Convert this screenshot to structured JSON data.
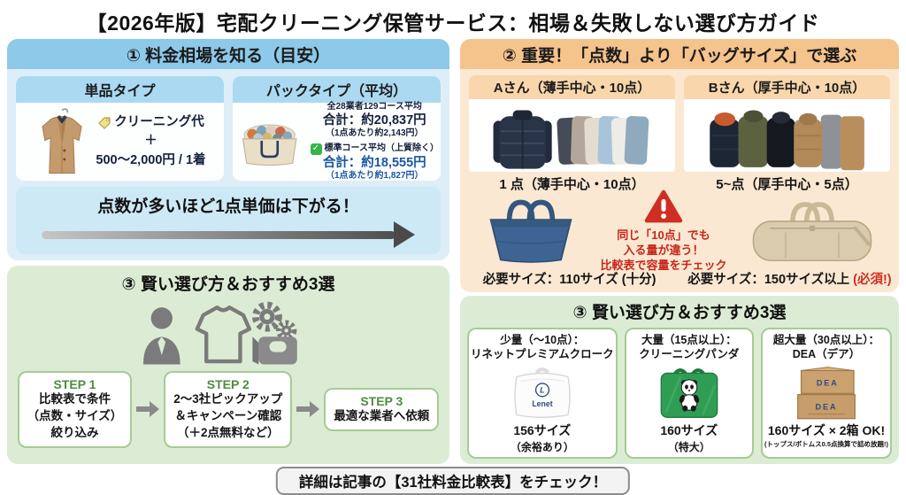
{
  "title": "【2026年版】宅配クリーニング保管サービス：相場＆失敗しない選び方ガイド",
  "icons": {
    "check": "✓",
    "warning": "!"
  },
  "colors": {
    "blue_header": "#8dc9e8",
    "blue_subheader": "#abd9f2",
    "blue_bg": "#ddeef8",
    "blue_band": "#cde9f6",
    "orange_header": "#f5c38c",
    "orange_subheader": "#f9d6ac",
    "orange_bg": "#fbe8d2",
    "green_bg": "#dcecd4",
    "green_border": "#a6cb95",
    "step_green": "#4e8c3f",
    "navy_text": "#14213d",
    "price_blue": "#1a56a0",
    "warning_red": "#c5281c",
    "required_red": "#d02e22"
  },
  "section1": {
    "header": "① 料金相場を知る（目安）",
    "single": {
      "header": "単品タイプ",
      "line1": "クリーニング代",
      "plus": "＋",
      "line2": "500〜2,000円 / 1着"
    },
    "pack": {
      "header": "パックタイプ（平均）",
      "avg_label": "全28業者129コース平均",
      "avg_total": "合計：約20,837円",
      "avg_per": "（1点あたり約2,143円）",
      "std_label": "標準コース平均（上質除く）",
      "std_total": "合計：約18,555円",
      "std_per": "（1点あたり約1,827円）"
    },
    "arrow_text": "点数が多いほど1点単価は下がる！"
  },
  "section2": {
    "header": "② 重要！「点数」より「バッグサイズ」で選ぶ",
    "person_a": {
      "header": "Aさん（薄手中心・10点）",
      "caption": "1 点（薄手中心・10点）",
      "size_label": "必要サイズ：110サイズ (十分)"
    },
    "person_b": {
      "header": "Bさん（厚手中心・10点）",
      "caption": "5~点（厚手中心・5点）",
      "size_label": "必要サイズ：150サイズ以上 ",
      "size_required": "(必須!)"
    },
    "warning": {
      "line1": "同じ「10点」でも",
      "line2": "入る量が違う！",
      "line3": "比較表で容量をチェック"
    }
  },
  "section3": {
    "header": "③ 賢い選び方＆おすすめ3選",
    "steps": [
      {
        "label": "STEP 1",
        "lines": [
          "比較表で条件",
          "（点数・サイズ）",
          "絞り込み"
        ]
      },
      {
        "label": "STEP 2",
        "lines": [
          "2〜3社ピックアップ",
          "＆キャンペーン確認",
          "（＋2点無料など）"
        ]
      },
      {
        "label": "STEP 3",
        "lines": [
          "最適な業者へ依頼"
        ]
      }
    ]
  },
  "section4": {
    "header": "③ 賢い選び方＆おすすめ3選",
    "cards": [
      {
        "title1": "少量（〜10点）：",
        "title2": "リネットプレミアムクローク",
        "size": "156サイズ",
        "note": "（余裕あり）",
        "logo_letter": "L",
        "logo_text": "Lenet"
      },
      {
        "title1": "大量（15点以上）：",
        "title2": "クリーニングパンダ",
        "size": "160サイズ",
        "note": "（特大）"
      },
      {
        "title1": "超大量（30点以上）：",
        "title2": "DEA（デア）",
        "size": "160サイズ × 2箱 OK!",
        "note": "(トップス/ボトムス0.5点換算で詰め放題!)",
        "box_label": "DEA"
      }
    ]
  },
  "footer": "詳細は記事の【31社料金比較表】をチェック！"
}
